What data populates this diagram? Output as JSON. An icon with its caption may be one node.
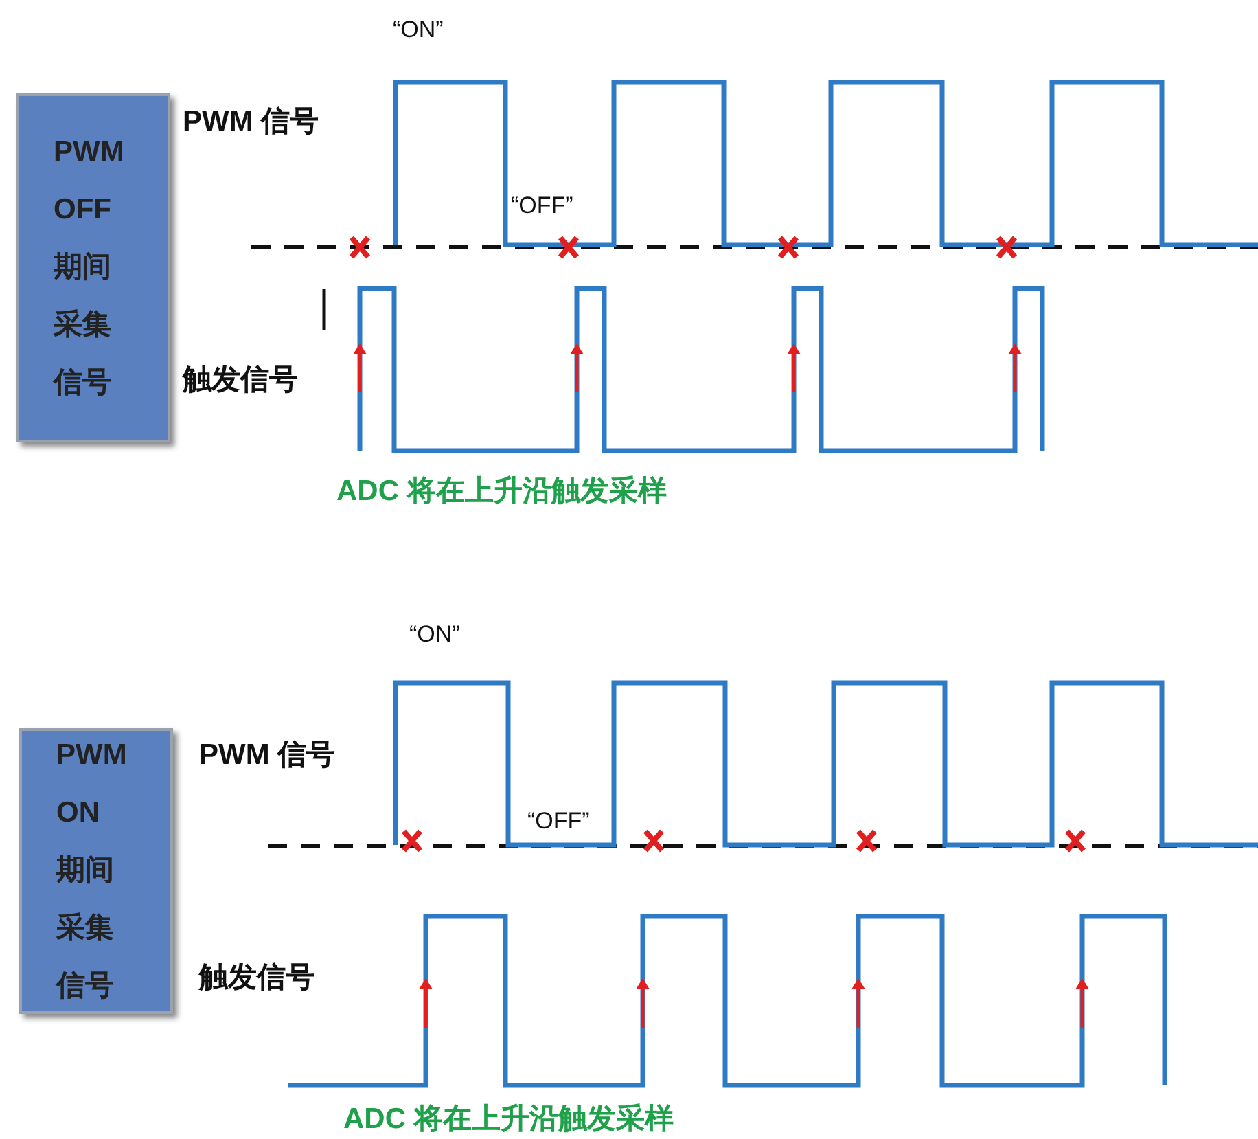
{
  "diagram": {
    "nodes": [
      {
        "text": [
          "PWM OFF 期间采集信号"
        ]
      },
      {
        "text": [
          "PWM ON 期间采集信号"
        ]
      }
    ],
    "labels": [
      "“ON”",
      "PWM 信号",
      "“OFF”",
      "触发信号",
      "ADC 将在上升沿触发采样",
      "“ON”",
      "PWM 信号",
      "“OFF”",
      "触发信号",
      "ADC 将在上升沿触发采样"
    ]
  }
}
